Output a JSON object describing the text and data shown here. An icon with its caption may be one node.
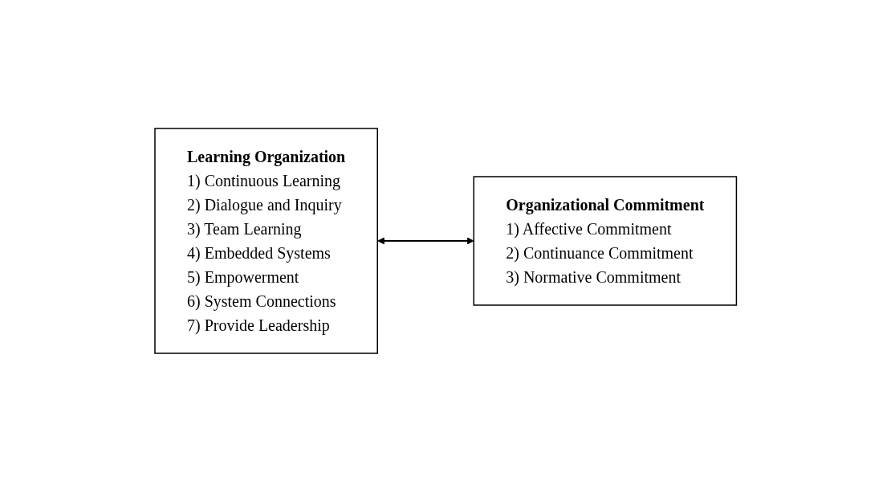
{
  "diagram": {
    "nodes": [
      {
        "text": [
          "Learning Organization",
          "1) Continuous Learning",
          "2) Dialogue and Inquiry",
          "3) Team Learning",
          "4) Embedded Systems",
          "5) Empowerment",
          "6) System Connections",
          "7) Provide Leadership"
        ]
      },
      {
        "text": [
          "Organizational Commitment",
          "1) Affective Commitment",
          "2) Continuance Commitment",
          "3) Normative Commitment"
        ]
      }
    ],
    "edges": [
      {
        "from": 0,
        "to": 1,
        "arrow": "both"
      }
    ]
  }
}
